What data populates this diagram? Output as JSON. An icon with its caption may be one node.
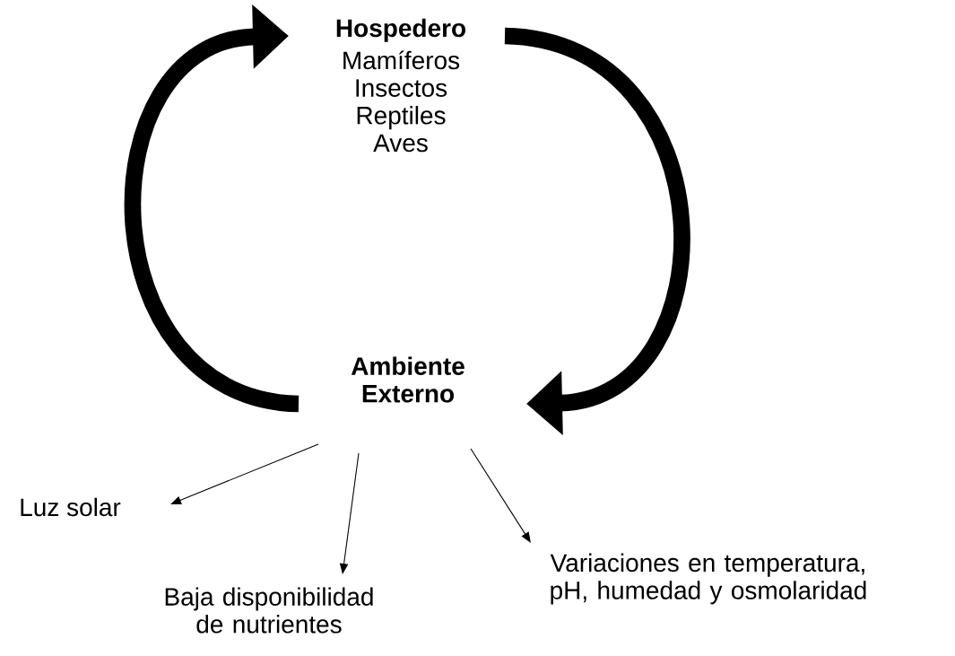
{
  "diagram": {
    "nodes": [
      {
        "text": [
          "Hospedero",
          "Mamíferos",
          "Insectos",
          "Reptiles",
          "Aves"
        ]
      },
      {
        "text": [
          "Ambiente Externo"
        ]
      },
      {
        "text": [
          "Luz solar"
        ]
      },
      {
        "text": [
          "Baja disponibilidad de nutrientes"
        ]
      },
      {
        "text": [
          "Variaciones en temperatura, pH, humedad y osmolaridad"
        ]
      }
    ],
    "edges": [
      {
        "from": 1,
        "to": 0,
        "arrow": "to",
        "style": "thick"
      },
      {
        "from": 0,
        "to": 1,
        "arrow": "to",
        "style": "thick"
      },
      {
        "from": 1,
        "to": 2,
        "arrow": "to"
      },
      {
        "from": 1,
        "to": 3,
        "arrow": "to"
      },
      {
        "from": 1,
        "to": 4,
        "arrow": "to"
      }
    ]
  }
}
